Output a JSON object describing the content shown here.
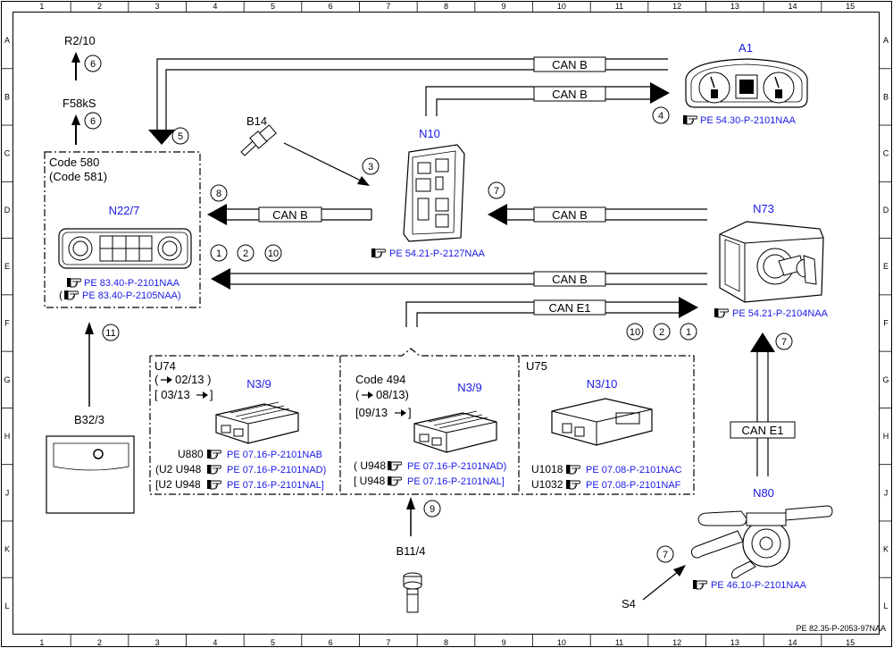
{
  "frame": {
    "columns": [
      "1",
      "2",
      "3",
      "4",
      "5",
      "6",
      "7",
      "8",
      "9",
      "10",
      "11",
      "12",
      "13",
      "14",
      "15"
    ],
    "rows": [
      "A",
      "B",
      "C",
      "D",
      "E",
      "F",
      "G",
      "H",
      "J",
      "K",
      "L"
    ],
    "footer_id": "PE 82.35-P-2053-97NAA"
  },
  "components": {
    "A1": {
      "label": "A1",
      "ref": "PE 54.30-P-2101NAA"
    },
    "N10": {
      "label": "N10",
      "ref": "PE 54.21-P-2127NAA"
    },
    "N73": {
      "label": "N73",
      "ref": "PE 54.21-P-2104NAA"
    },
    "N22_7": {
      "label": "N22/7",
      "ref1": "PE 83.40-P-2101NAA",
      "ref2": "PE 83.40-P-2105NAA)",
      "ref2_prefix": "("
    },
    "B14": {
      "label": "B14"
    },
    "B32_3": {
      "label": "B32/3"
    },
    "B11_4": {
      "label": "B11/4"
    },
    "N80": {
      "label": "N80",
      "ref": "PE 46.10-P-2101NAA"
    },
    "S4": {
      "label": "S4"
    },
    "R2_10": {
      "label": "R2/10"
    },
    "F58kS": {
      "label": "F58kS"
    }
  },
  "code_box": {
    "line1": "Code 580",
    "line2": "(Code 581)"
  },
  "ecu_group": {
    "u74": {
      "title": "U74",
      "date1_a": "(",
      "date1_b": "02/13 )",
      "date2_a": "[ 03/13",
      "date2_b": "]",
      "unit": "N3/9",
      "rows": [
        {
          "code": "U880",
          "ref": "PE 07.16-P-2101NAB"
        },
        {
          "code": "(U2  U948",
          "ref": "PE 07.16-P-2101NAD)"
        },
        {
          "code": "[U2  U948",
          "ref": "PE 07.16-P-2101NAL]"
        }
      ]
    },
    "code494": {
      "title": "Code 494",
      "date1_a": "(",
      "date1_b": "08/13)",
      "date2_a": "[09/13",
      "date2_b": "]",
      "unit": "N3/9",
      "rows": [
        {
          "code": "( U948",
          "ref": "PE 07.16-P-2101NAD)"
        },
        {
          "code": "[ U948",
          "ref": "PE 07.16-P-2101NAL]"
        }
      ]
    },
    "u75": {
      "title": "U75",
      "unit": "N3/10",
      "rows": [
        {
          "code": "U1018",
          "ref": "PE 07.08-P-2101NAC"
        },
        {
          "code": "U1032",
          "ref": "PE 07.08-P-2101NAF"
        }
      ]
    }
  },
  "bus_labels": {
    "can_b_top": "CAN B",
    "can_b_a1": "CAN B",
    "can_b_n22": "CAN B",
    "can_b_n10": "CAN B",
    "can_b_n73": "CAN B",
    "can_e1_f": "CAN E1",
    "can_e1_h": "CAN E1"
  },
  "callouts": {
    "c6a": "6",
    "c6b": "6",
    "c5": "5",
    "c3": "3",
    "c4": "4",
    "c8": "8",
    "c7a": "7",
    "c1a": "1",
    "c2a": "2",
    "c10a": "10",
    "c10b": "10",
    "c2b": "2",
    "c1b": "1",
    "c11": "11",
    "c7b": "7",
    "c9": "9",
    "c7c": "7"
  },
  "colors": {
    "ref_blue": "#1a1ae6",
    "line": "#000000",
    "background": "#ffffff"
  },
  "icons": {
    "reference": "hand-pointer-icon"
  }
}
